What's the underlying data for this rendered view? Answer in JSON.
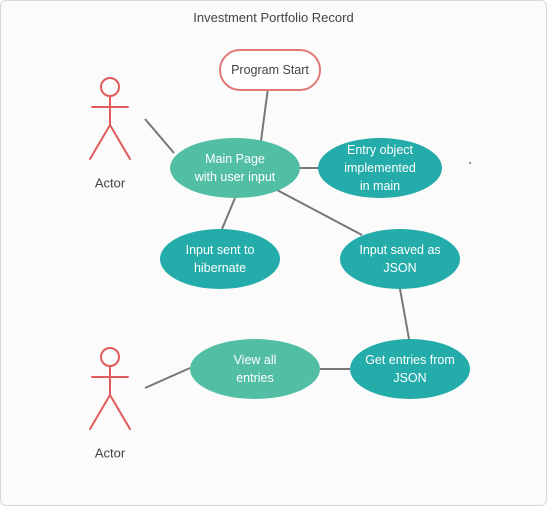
{
  "title": "Investment Portfolio Record",
  "colors": {
    "light_teal": "#52bfa4",
    "dark_teal": "#23acaa",
    "start_stroke": "#e07a7a",
    "actor_stroke": "#e05c5c",
    "line": "#777777"
  },
  "actors": [
    {
      "id": "actor1",
      "label": "Actor"
    },
    {
      "id": "actor2",
      "label": "Actor"
    }
  ],
  "nodes": [
    {
      "id": "start",
      "kind": "start",
      "lines": [
        "Program Start"
      ]
    },
    {
      "id": "main",
      "kind": "light",
      "lines": [
        "Main Page",
        "with user input"
      ]
    },
    {
      "id": "entry",
      "kind": "dark",
      "lines": [
        "Entry object",
        "implemented",
        "in main"
      ]
    },
    {
      "id": "hibernate",
      "kind": "dark",
      "lines": [
        "Input sent to",
        "hibernate"
      ]
    },
    {
      "id": "json",
      "kind": "dark",
      "lines": [
        "Input saved as",
        "JSON"
      ]
    },
    {
      "id": "getentries",
      "kind": "dark",
      "lines": [
        "Get entries from",
        "JSON"
      ]
    },
    {
      "id": "viewall",
      "kind": "light",
      "lines": [
        "View all",
        "entries"
      ]
    }
  ],
  "edges": [
    {
      "from": "start",
      "to": "main"
    },
    {
      "from": "actor1",
      "to": "main"
    },
    {
      "from": "main",
      "to": "entry"
    },
    {
      "from": "main",
      "to": "hibernate"
    },
    {
      "from": "main",
      "to": "json"
    },
    {
      "from": "json",
      "to": "getentries"
    },
    {
      "from": "getentries",
      "to": "viewall"
    },
    {
      "from": "viewall",
      "to": "actor2"
    }
  ]
}
